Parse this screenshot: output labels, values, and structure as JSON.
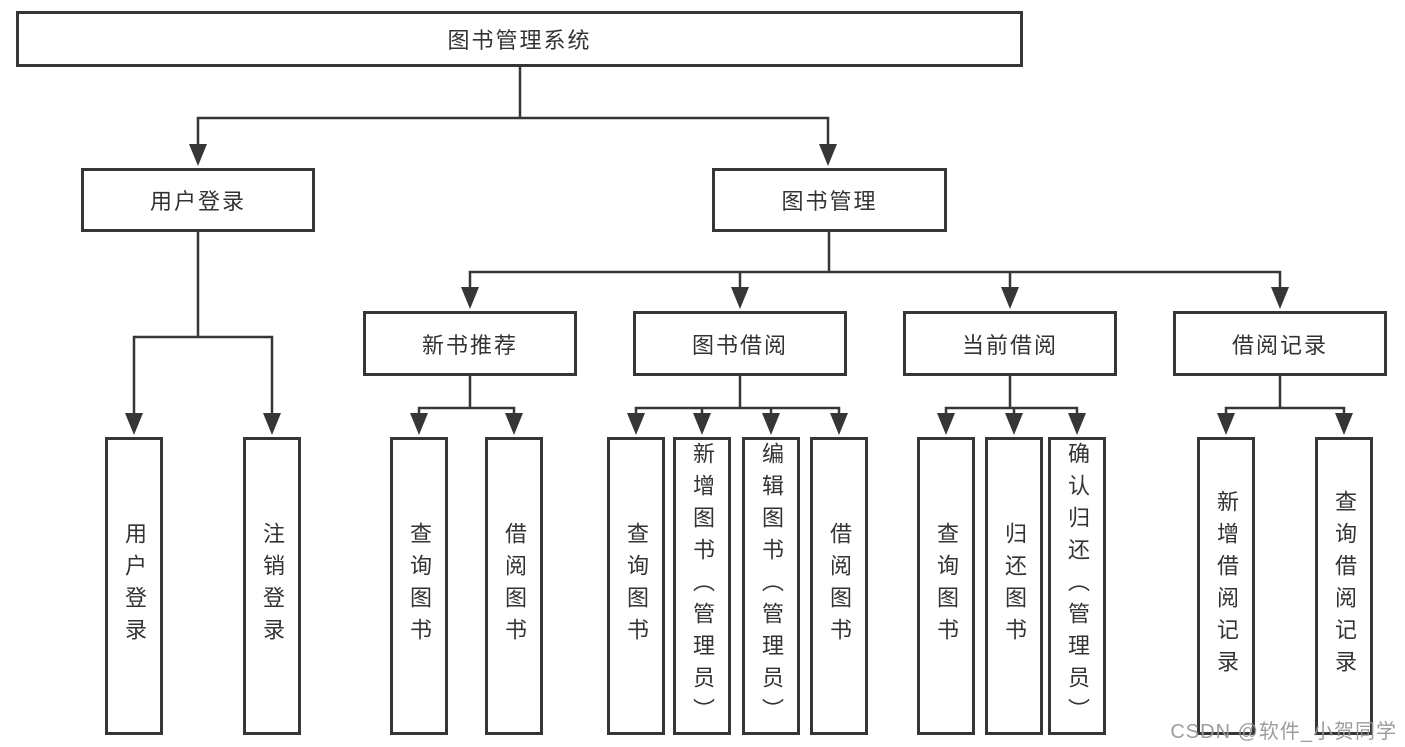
{
  "colors": {
    "line": "#363636",
    "box_border": "#363636",
    "box_fill": "#ffffff",
    "text": "#333333",
    "watermark": "#989898",
    "background": "#ffffff"
  },
  "tree": {
    "root": {
      "label": "图书管理系统",
      "children": [
        {
          "label": "用户登录",
          "children": [
            {
              "label": "用户登录"
            },
            {
              "label": "注销登录"
            }
          ]
        },
        {
          "label": "图书管理",
          "children": [
            {
              "label": "新书推荐",
              "children": [
                {
                  "label": "查询图书"
                },
                {
                  "label": "借阅图书"
                }
              ]
            },
            {
              "label": "图书借阅",
              "children": [
                {
                  "label": "查询图书"
                },
                {
                  "label": "新增图书（管理员）"
                },
                {
                  "label": "编辑图书（管理员）"
                },
                {
                  "label": "借阅图书"
                }
              ]
            },
            {
              "label": "当前借阅",
              "children": [
                {
                  "label": "查询图书"
                },
                {
                  "label": "归还图书"
                },
                {
                  "label": "确认归还（管理员）"
                }
              ]
            },
            {
              "label": "借阅记录",
              "children": [
                {
                  "label": "新增借阅记录"
                },
                {
                  "label": "查询借阅记录"
                }
              ]
            }
          ]
        }
      ]
    }
  },
  "watermark": {
    "text": "CSDN @软件_小贺同学"
  }
}
